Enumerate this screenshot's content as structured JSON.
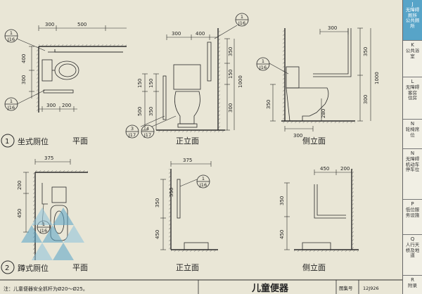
{
  "title": "儿童便器",
  "atlas_label": "图集号",
  "atlas_number": "12J926",
  "note": "注：儿童便器安全抓杆为Ø20～Ø25。",
  "colors": {
    "line": "#2a2a2a",
    "accent": "#57a4c8",
    "paper": "#e9e6d6"
  },
  "views": {
    "section1_num": "1",
    "section1_name": "坐式厕位",
    "section2_num": "2",
    "section2_name": "蹲式厕位",
    "plan": "平面",
    "front": "正立面",
    "side": "侧立面"
  },
  "callouts": {
    "top": "1",
    "bottom": "J16",
    "bottom_j17": "J17",
    "num3": "3",
    "num4": "4"
  },
  "dims": {
    "d300": "300",
    "d500": "500",
    "d400": "400",
    "d200": "200",
    "d375": "375",
    "d150": "150",
    "d350": "350",
    "d1000": "1000",
    "d450": "450",
    "d280": "280"
  },
  "sidebar": [
    {
      "letter": "J",
      "text": "无障碍厕所 公共厕所",
      "active": true
    },
    {
      "letter": "K",
      "text": "公共浴室",
      "active": false
    },
    {
      "letter": "L",
      "text": "无障碍客房 住房",
      "active": false
    },
    {
      "letter": "N",
      "text": "轮椅席位",
      "active": false
    },
    {
      "letter": "N",
      "text": "无障碍机动车停车位",
      "active": false
    },
    {
      "letter": "P",
      "text": "低位服务设施",
      "active": false
    },
    {
      "letter": "Q",
      "text": "人行天桥及地道",
      "active": false
    },
    {
      "letter": "R",
      "text": "附录",
      "active": false
    }
  ]
}
